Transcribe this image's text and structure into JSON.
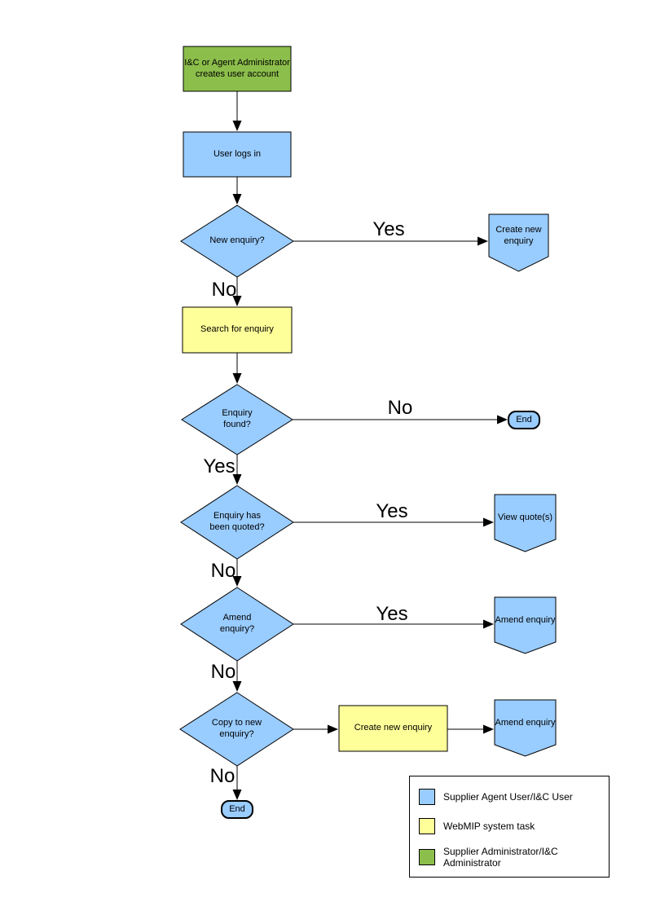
{
  "diagram": {
    "nodes": {
      "create_account": {
        "label": "I&C or Agent Administrator\ncreates user account",
        "fill": "#8CBE4B"
      },
      "user_login": {
        "label": "User logs in",
        "fill": "#99CCFF"
      },
      "new_enquiry_decision": {
        "label": "New enquiry?",
        "fill": "#99CCFF"
      },
      "create_new_enquiry_connector": {
        "label": "Create new\nenquiry",
        "fill": "#99CCFF"
      },
      "search_for_enquiry": {
        "label": "Search for enquiry",
        "fill": "#FFFF99"
      },
      "enquiry_found_decision": {
        "label": "Enquiry\nfound?",
        "fill": "#99CCFF"
      },
      "end_right": {
        "label": "End",
        "fill": "#99CCFF"
      },
      "enquiry_quoted_decision": {
        "label": "Enquiry has\nbeen quoted?",
        "fill": "#99CCFF"
      },
      "view_quotes_connector": {
        "label": "View quote(s)",
        "fill": "#99CCFF"
      },
      "amend_enquiry_decision": {
        "label": "Amend\nenquiry?",
        "fill": "#99CCFF"
      },
      "amend_enquiry_connector_1": {
        "label": "Amend enquiry",
        "fill": "#99CCFF"
      },
      "copy_to_new_decision": {
        "label": "Copy to new\nenquiry?",
        "fill": "#99CCFF"
      },
      "create_new_enquiry_task": {
        "label": "Create new enquiry",
        "fill": "#FFFF99"
      },
      "amend_enquiry_connector_2": {
        "label": "Amend enquiry",
        "fill": "#99CCFF"
      },
      "end_bottom": {
        "label": "End",
        "fill": "#99CCFF"
      }
    },
    "edge_labels": {
      "new_enquiry_yes": "Yes",
      "new_enquiry_no": "No",
      "enquiry_found_no": "No",
      "enquiry_found_yes": "Yes",
      "enquiry_quoted_yes": "Yes",
      "enquiry_quoted_no": "No",
      "amend_enquiry_yes": "Yes",
      "amend_enquiry_no": "No",
      "copy_to_new_no": "No"
    },
    "colors": {
      "user_action_fill": "#99CCFF",
      "system_task_fill": "#FFFF99",
      "admin_action_fill": "#8CBE4B",
      "outline": "#000000"
    }
  },
  "legend": {
    "items": [
      {
        "swatch_color": "#99CCFF",
        "label": "Supplier Agent User/I&C User"
      },
      {
        "swatch_color": "#FFFF99",
        "label": "WebMIP system task"
      },
      {
        "swatch_color": "#8CBE4B",
        "label": "Supplier Administrator/I&C Administrator"
      }
    ]
  }
}
